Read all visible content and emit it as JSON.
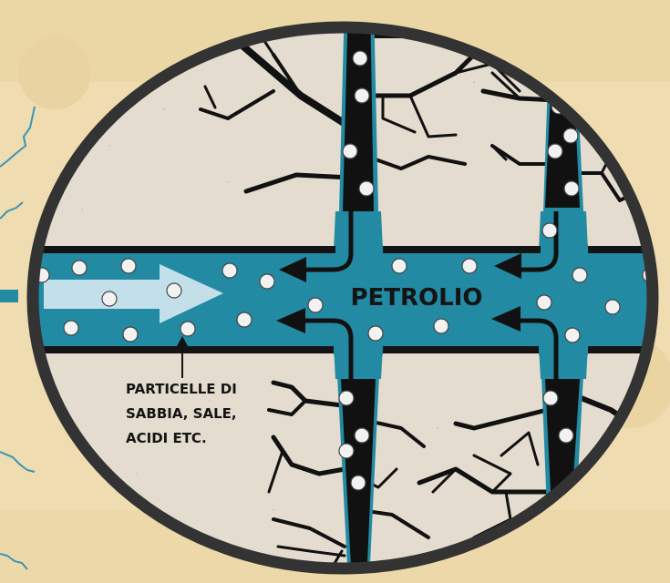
{
  "diagram": {
    "main_label": "PETROLIO",
    "annotation": {
      "lines": [
        "PARTICELLE DI",
        "SABBIA, SALE,",
        "ACIDI ETC."
      ]
    },
    "colors": {
      "background": "#efdcb0",
      "rock": "#e4dccf",
      "rim": "#333333",
      "fluid": "#228aa3",
      "fracture": "#111111",
      "flow_arrow": "#c3e0ea",
      "particle": "#f2f2f2",
      "vein": "#3a95b5"
    },
    "elements": {
      "wellbore": "horizontal fluid-filled channel",
      "fractures": "two vertical fractures with branching cracks",
      "flow_arrow": "injection direction left to right",
      "return_arrows": "oil flowing from fractures back into wellbore"
    }
  }
}
